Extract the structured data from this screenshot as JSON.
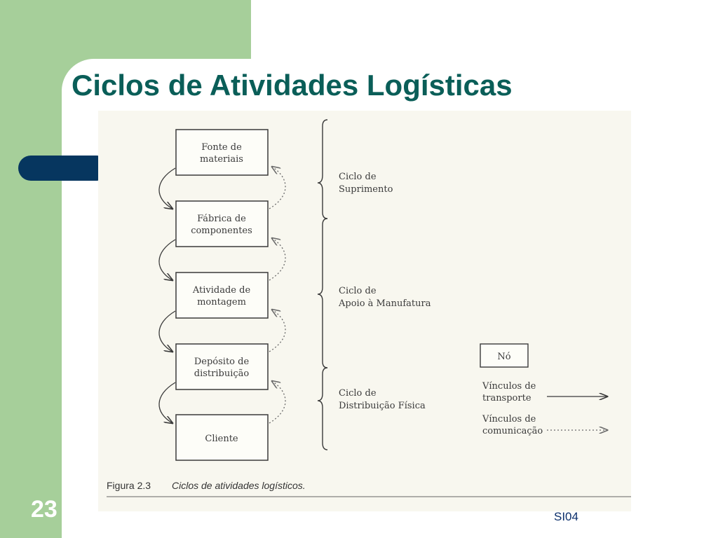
{
  "slide": {
    "title": "Ciclos de Atividades Logísticas",
    "slide_number": "23",
    "footer_code": "SI04",
    "colors": {
      "background": "#a6cf9a",
      "title": "#0a5e58",
      "accent_bar": "#06365f",
      "panel": "#ffffff"
    }
  },
  "figure": {
    "nodes": [
      {
        "line1": "Fonte de",
        "line2": "materiais"
      },
      {
        "line1": "Fábrica de",
        "line2": "componentes"
      },
      {
        "line1": "Atividade de",
        "line2": "montagem"
      },
      {
        "line1": "Depósito de",
        "line2": "distribuição"
      },
      {
        "line1": "Cliente",
        "line2": ""
      }
    ],
    "cycles": [
      {
        "line1": "Ciclo de",
        "line2": "Suprimento"
      },
      {
        "line1": "Ciclo de",
        "line2": "Apoio à Manufatura"
      },
      {
        "line1": "Ciclo de",
        "line2": "Distribuição Física"
      }
    ],
    "legend": {
      "node_label": "Nó",
      "transport_line1": "Vínculos de",
      "transport_line2": "transporte",
      "communication_line1": "Vínculos de",
      "communication_line2": "comunicação"
    },
    "caption_number": "Figura 2.3",
    "caption_text": "Ciclos de atividades logísticos."
  }
}
